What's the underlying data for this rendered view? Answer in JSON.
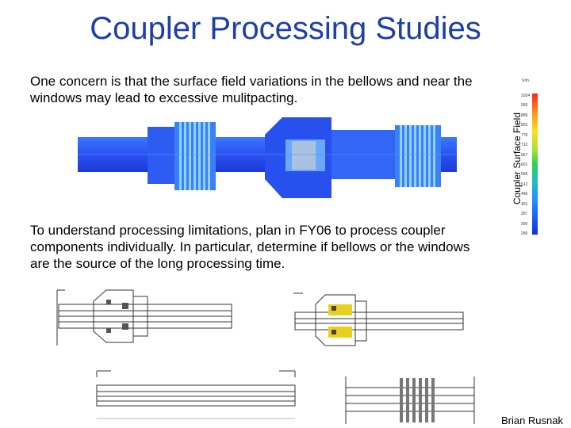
{
  "title": "Coupler Processing Studies",
  "paragraph1": "One concern is that the surface field variations in the bellows and near the windows may lead to excessive mulitpacting.",
  "paragraph2": "To understand processing limitations, plan in FY06 to process coupler components individually. In particular, determine if bellows or the windows are the source of the long processing time.",
  "colorbar": {
    "label": "Coupler Surface Field",
    "unit": "V/m",
    "ticks": [
      "1024",
      "959",
      "889",
      "823",
      "778",
      "712",
      "667",
      "601",
      "556",
      "512",
      "456",
      "401",
      "357",
      "300",
      "256"
    ]
  },
  "author": "Brian Rusnak"
}
